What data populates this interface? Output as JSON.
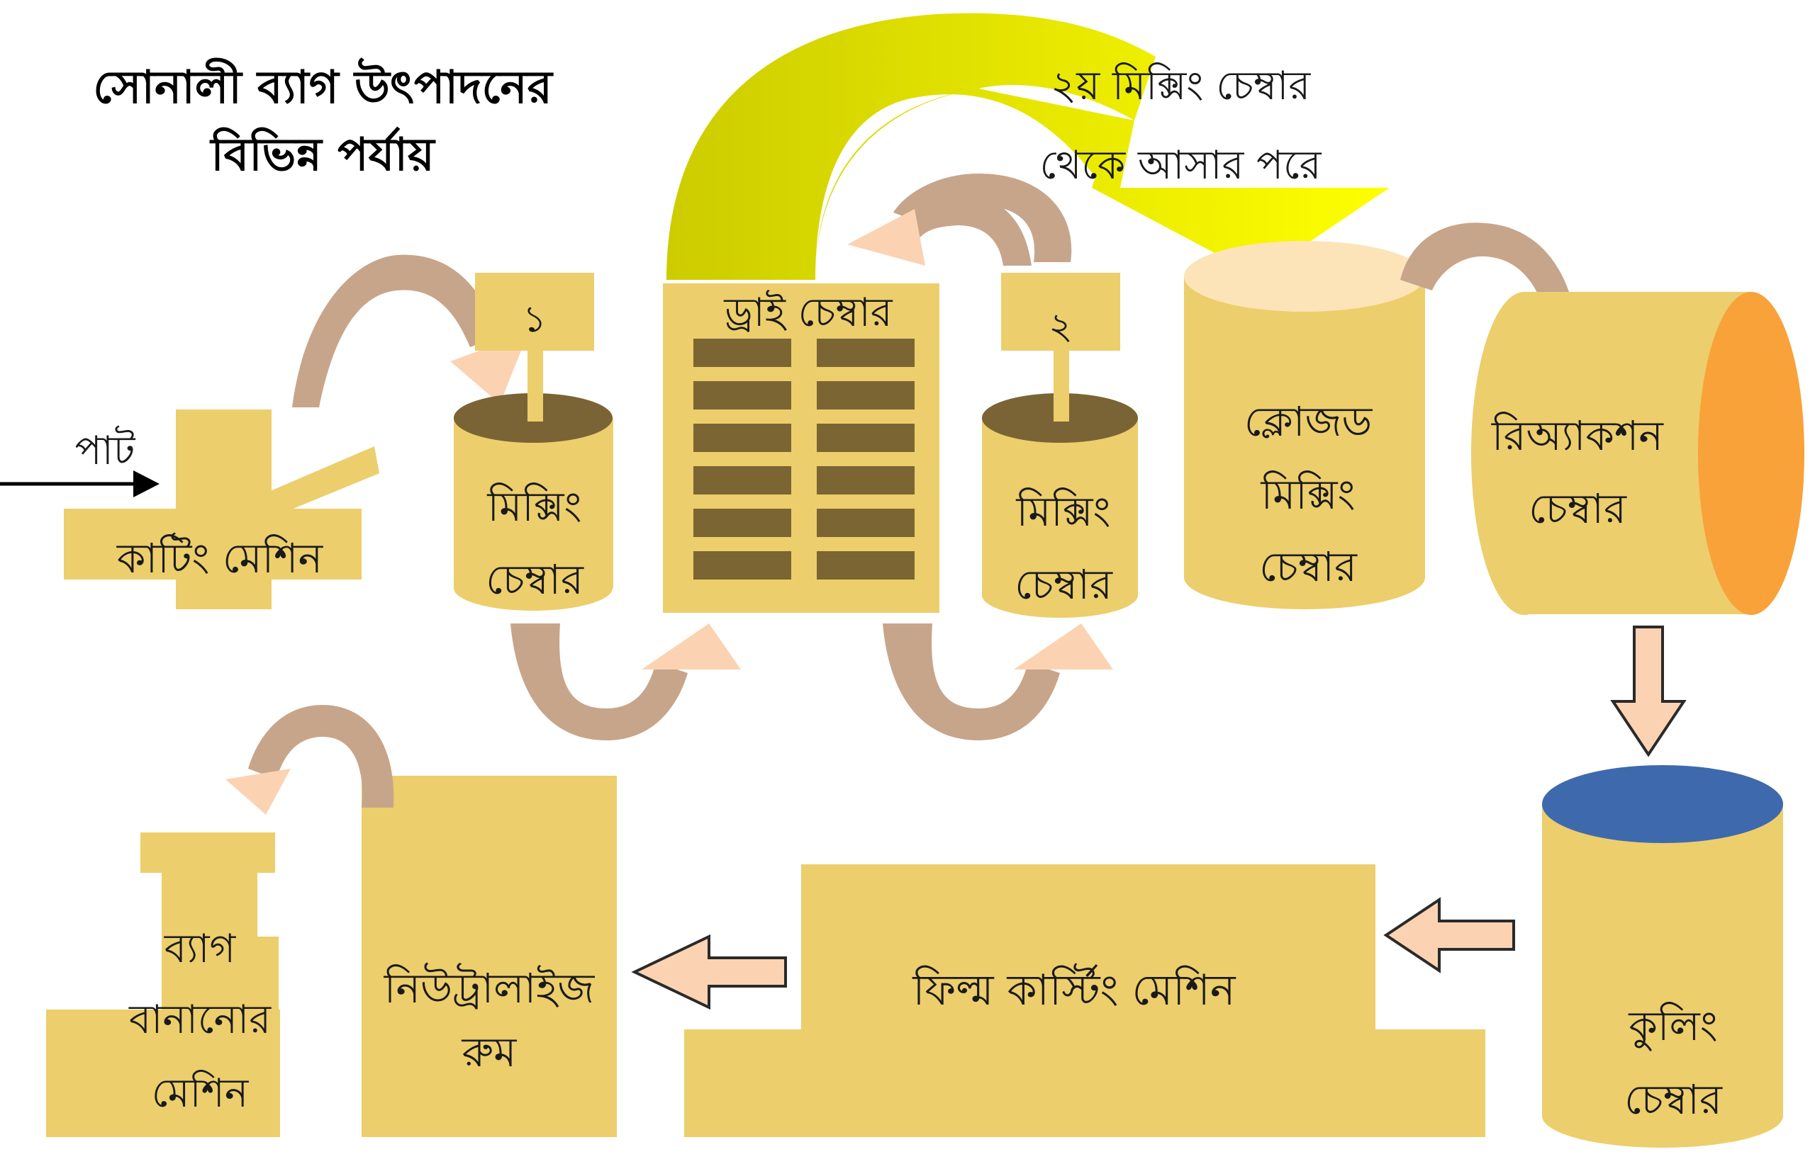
{
  "title": {
    "line1": "সোনালী ব্যাগ উৎপাদনের",
    "line2": "বিভিন্ন পর্যায়"
  },
  "annotation": {
    "line1": "২য় মিক্সিং চেম্বার",
    "line2": "থেকে আসার পরে"
  },
  "input": {
    "label": "পাট"
  },
  "cutting": {
    "label": "কাটিং মেশিন"
  },
  "mixer1": {
    "number": "১",
    "line1": "মিক্সিং",
    "line2": "চেম্বার"
  },
  "dry": {
    "label": "ড্রাই চেম্বার"
  },
  "mixer2": {
    "number": "২",
    "line1": "মিক্সিং",
    "line2": "চেম্বার"
  },
  "closed": {
    "line1": "ক্লোজড",
    "line2": "মিক্সিং",
    "line3": "চেম্বার"
  },
  "reaction": {
    "line1": "রিঅ্যাকশন",
    "line2": "চেম্বার"
  },
  "cooling": {
    "line1": "কুলিং",
    "line2": "চেম্বার"
  },
  "film": {
    "label": "ফিল্ম কার্স্টিং মেশিন"
  },
  "neutral": {
    "line1": "নিউট্রালাইজ",
    "line2": "রুম"
  },
  "bag": {
    "line1": "ব্যাগ",
    "line2": "বানানোর",
    "line3": "মেশিন"
  },
  "colors": {
    "machine": "#ecce6c",
    "machine_top": "#7a6435",
    "closed_top": "#fde4b8",
    "reaction_end": "#f9a23a",
    "cooling_top": "#3e6aad",
    "arrow_brown": "#c7a58b",
    "arrow_peach": "#fbd3b2",
    "big_arrow_olive": "#cccc00",
    "big_arrow_yellow": "#ffff00",
    "tray": "#7b6532"
  }
}
